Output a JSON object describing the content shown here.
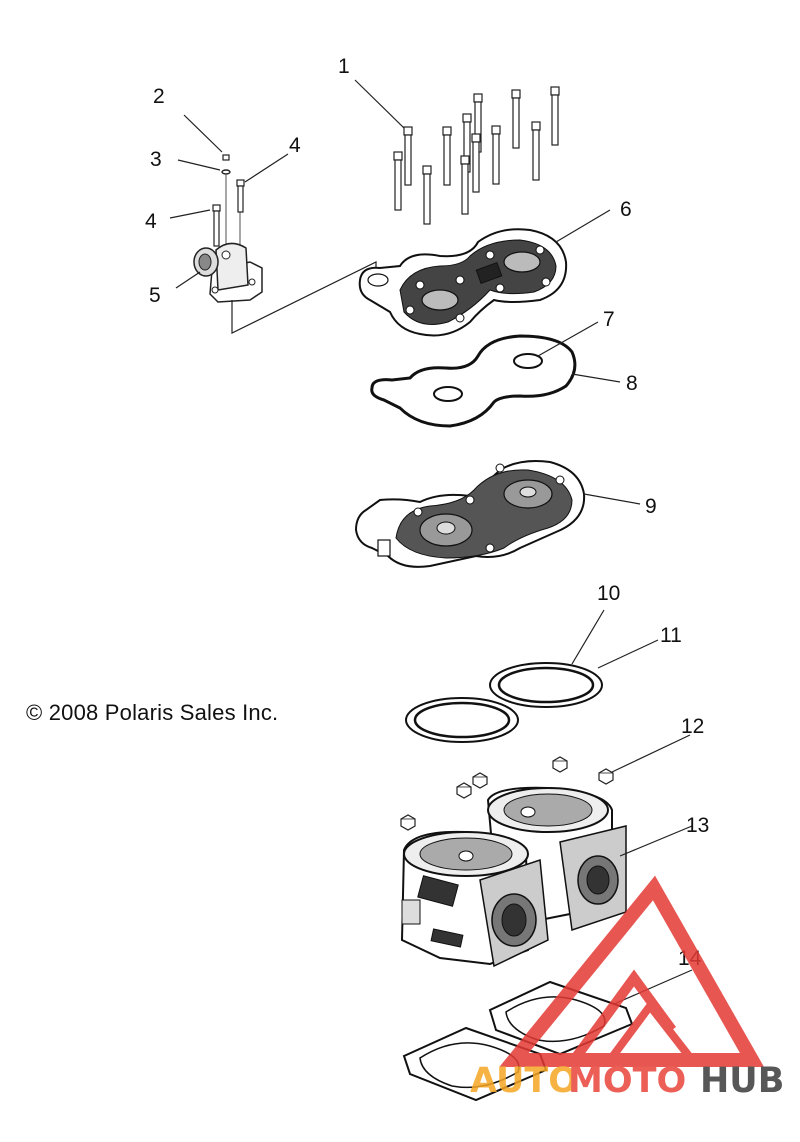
{
  "callouts": {
    "c1": "1",
    "c2": "2",
    "c3": "3",
    "c4a": "4",
    "c4b": "4",
    "c5": "5",
    "c6": "6",
    "c7": "7",
    "c8": "8",
    "c9": "9",
    "c10": "10",
    "c11": "11",
    "c12": "12",
    "c13": "13",
    "c14": "14"
  },
  "copyright": "© 2008 Polaris Sales Inc.",
  "watermark": {
    "part1": "AUTO",
    "part2": "MOTO",
    "part3": "HUB",
    "colors": {
      "auto": "#f5a623",
      "moto": "#e8443a",
      "hub": "#3a3a3a",
      "logo": "#e53935"
    }
  }
}
